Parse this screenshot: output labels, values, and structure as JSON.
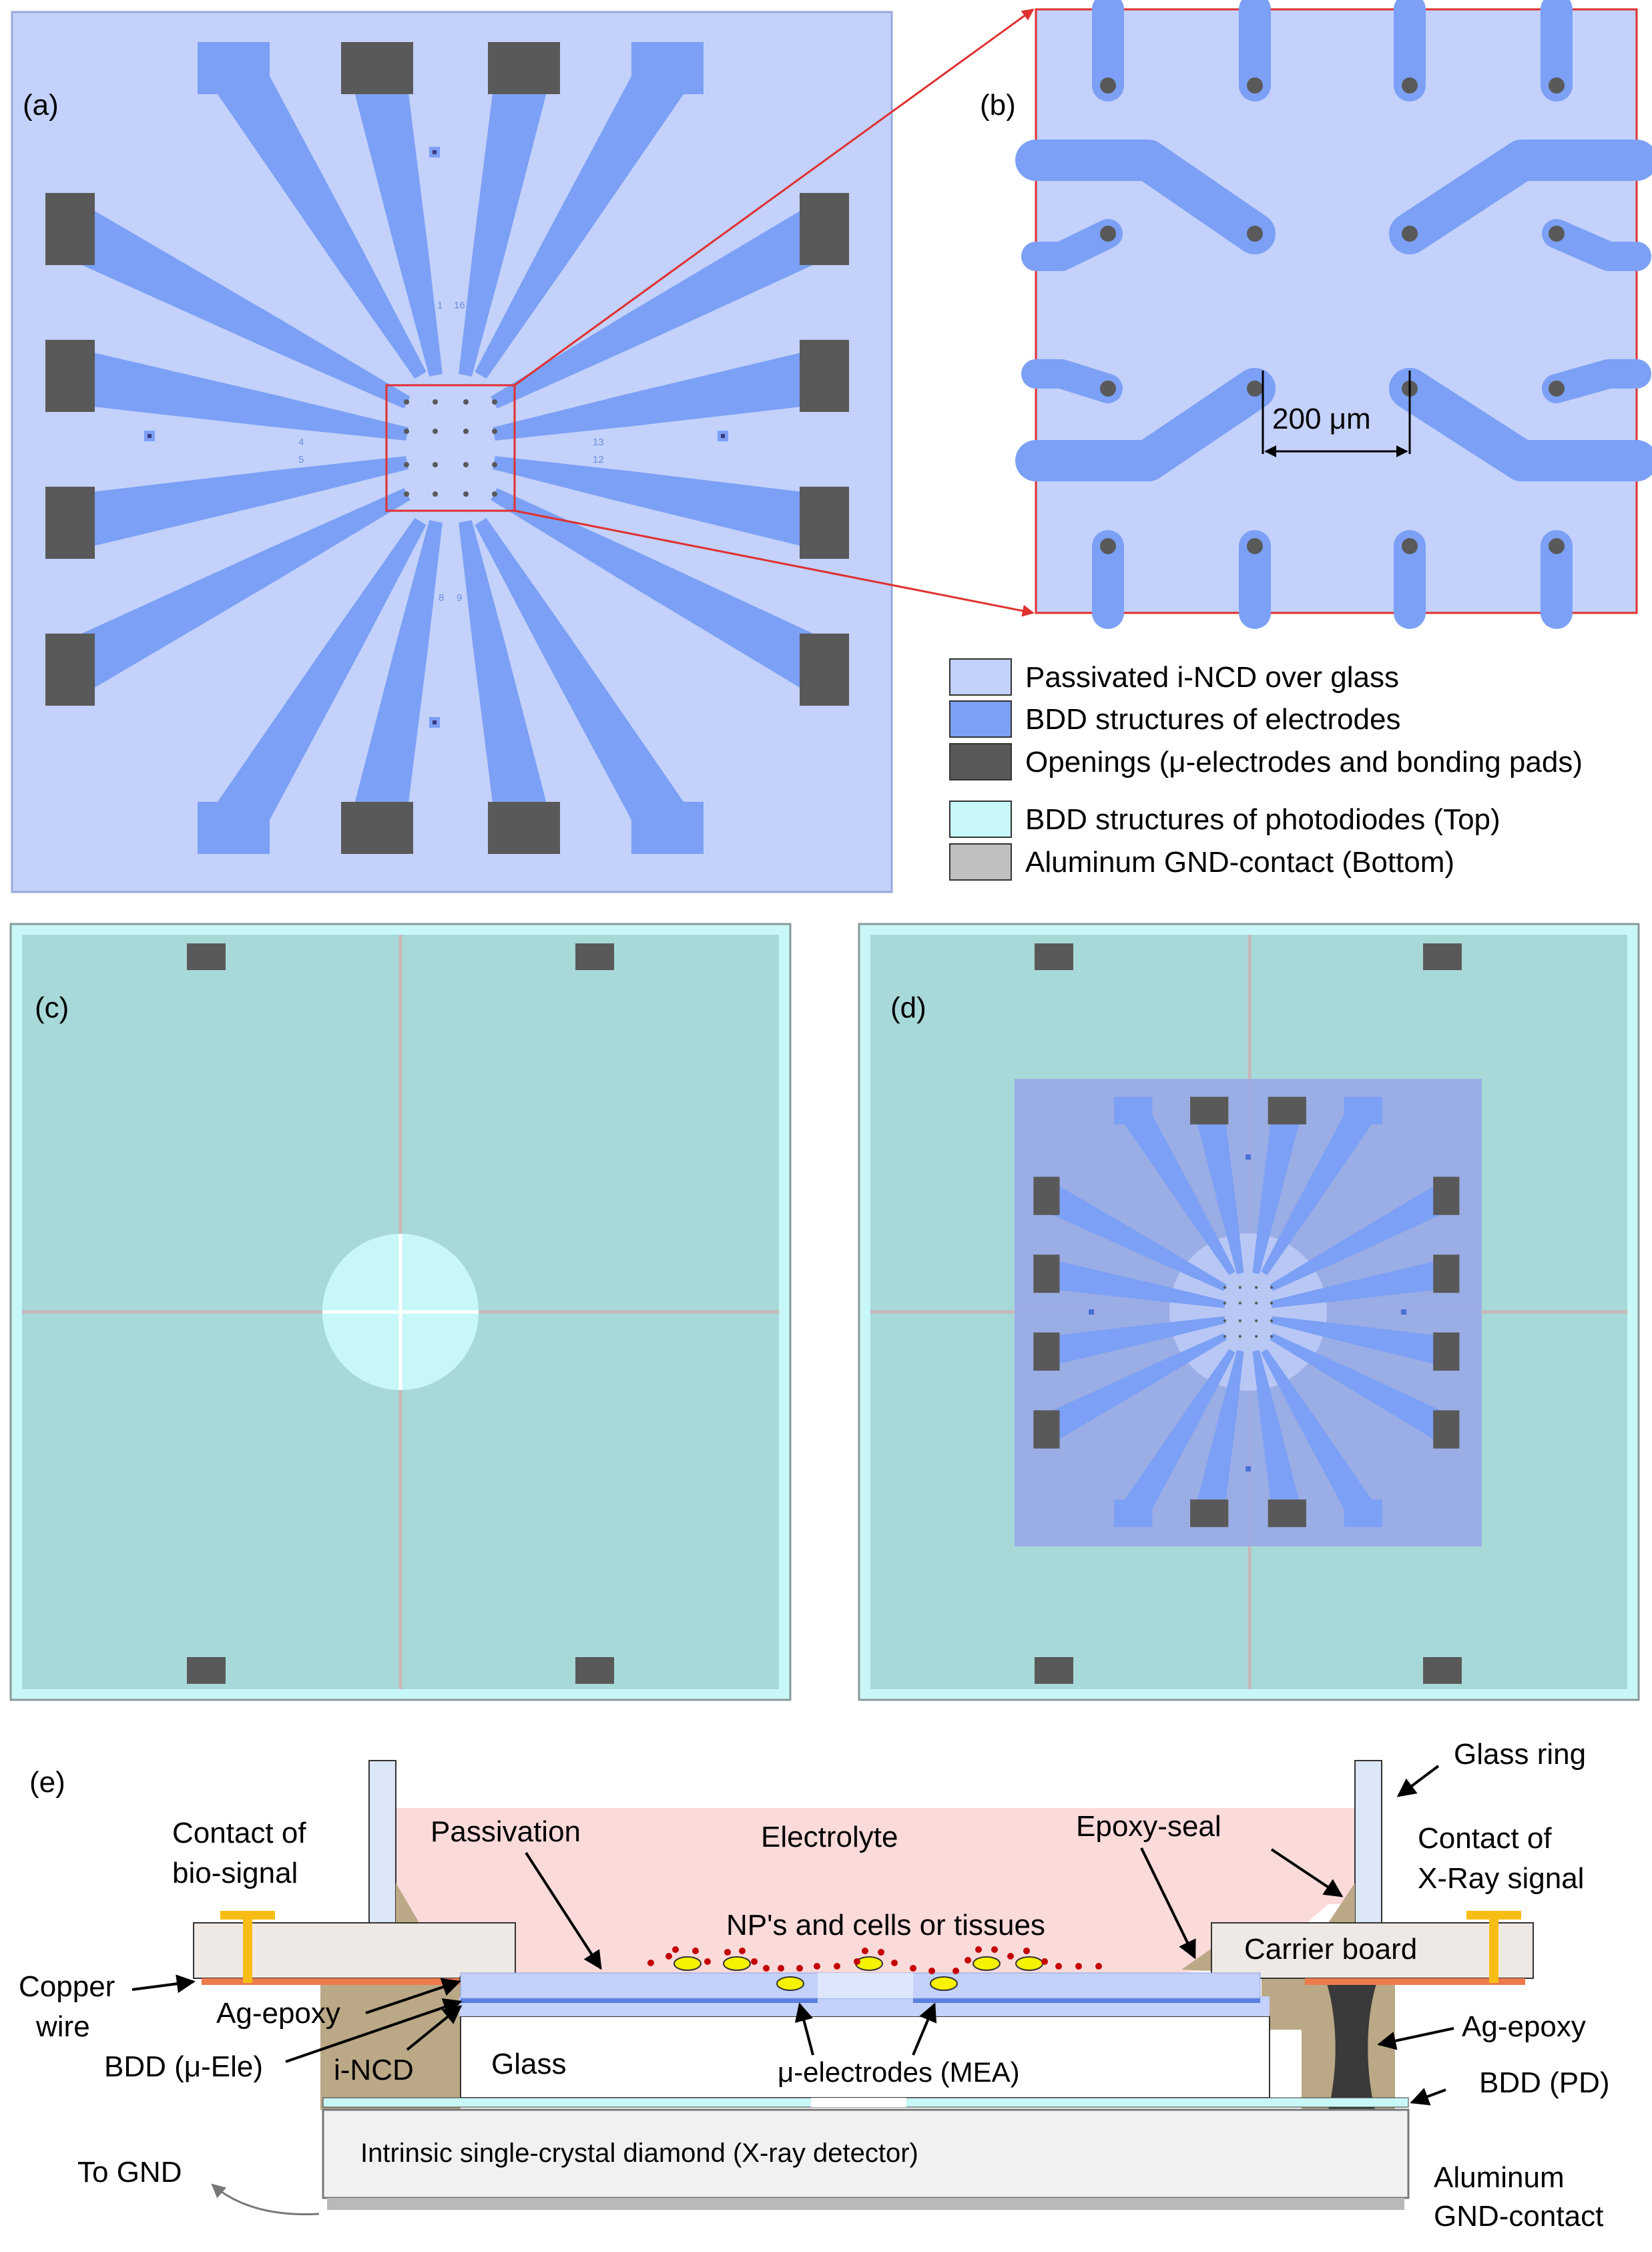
{
  "panels": {
    "a": {
      "label": "(a)",
      "tiny_labels": [
        "1",
        "16",
        "4",
        "5",
        "13",
        "12",
        "8",
        "9"
      ]
    },
    "b": {
      "label": "(b)",
      "scale_text": "200 μm"
    },
    "c": {
      "label": "(c)"
    },
    "d": {
      "label": "(d)"
    },
    "e": {
      "label": "(e)",
      "texts": {
        "contact_bio": [
          "Contact of",
          "bio-signal"
        ],
        "passivation": "Passivation",
        "electrolyte": "Electrolyte",
        "epoxy_seal": "Epoxy-seal",
        "glass_ring": "Glass ring",
        "contact_xray": [
          "Contact of",
          "X-Ray signal"
        ],
        "nps": "NP's and cells or tissues",
        "carrier_board": "Carrier board",
        "copper_wire": [
          "Copper",
          "wire"
        ],
        "ag_epoxy_left": "Ag-epoxy",
        "bdd_uele": "BDD (μ-Ele)",
        "incd": "i-NCD",
        "glass": "Glass",
        "mea": "μ-electrodes (MEA)",
        "ag_epoxy_right": "Ag-epoxy",
        "bdd_pd": "BDD (PD)",
        "diamond": "Intrinsic single-crystal diamond (X-ray detector)",
        "to_gnd": "To GND",
        "aluminum": [
          "Aluminum",
          "GND-contact"
        ]
      }
    }
  },
  "legend": [
    {
      "text": "Passivated i-NCD over glass",
      "color": "#c3d1fb"
    },
    {
      "text": "BDD structures of electrodes",
      "color": "#7ba0f5"
    },
    {
      "text": "Openings (μ-electrodes and bonding pads)",
      "color": "#595959"
    },
    {
      "text": "BDD structures of photodiodes (Top)",
      "color": "#c8f7f7"
    },
    {
      "text": "Aluminum GND-contact (Bottom)",
      "color": "#c0c0c0"
    }
  ],
  "colors": {
    "passivated": "#c3d1fb",
    "bdd": "#7ba0f5",
    "opening": "#595959",
    "photodiode": "#c8f7f7",
    "aluminum": "#c0c0c0",
    "teal_area": "#a7d9d8",
    "electrolyte": "#fbdada",
    "epoxy": "#baa886",
    "board": "#efe9e6",
    "copper": "#ee7a4c",
    "contact_pin": "#f8bd14",
    "zoom_red": "#e03030"
  }
}
